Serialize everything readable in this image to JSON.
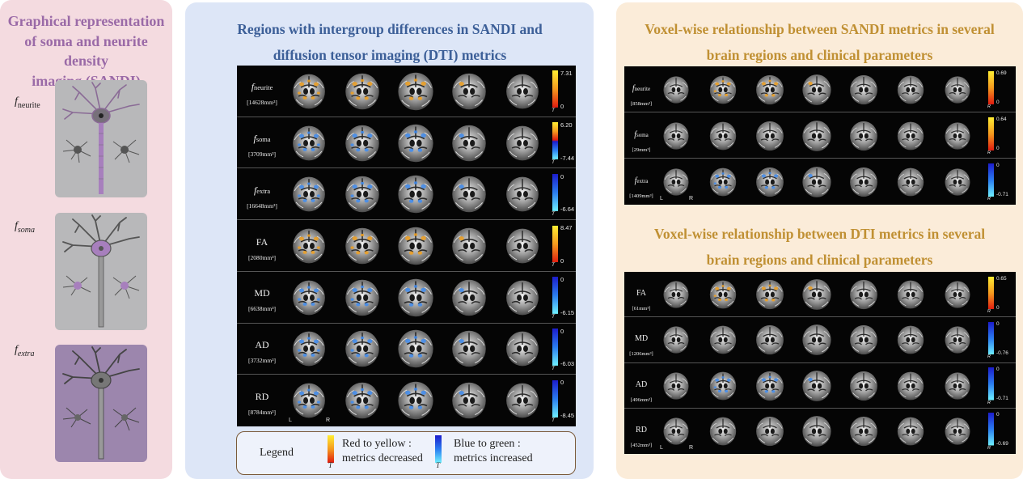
{
  "left_panel": {
    "title": "Graphical representation\nof soma and neurite density\nimaging (SANDI)",
    "items": [
      {
        "f": "f",
        "sub": "neurite",
        "sub_italic": false
      },
      {
        "f": "f",
        "sub": "soma",
        "sub_italic": true
      },
      {
        "f": "f",
        "sub": "extra",
        "sub_italic": true
      }
    ]
  },
  "mid_panel": {
    "title": "Regions with intergroup differences in SANDI and\ndiffusion tensor imaging (DTI)  metrics",
    "rows": [
      {
        "name": "f",
        "sub": "neurite",
        "volume": "[14628mm³]",
        "max": "7.31",
        "min": "0",
        "scale": "warm",
        "overlay": "warm"
      },
      {
        "name": "f",
        "sub": "soma",
        "volume": "[3709mm³]",
        "max": "6.20",
        "min": "-7.44",
        "scale": "dual",
        "overlay": "blue"
      },
      {
        "name": "f",
        "sub": "extra",
        "volume": "[16648mm³]",
        "max": "0",
        "min": "-6.64",
        "scale": "cool",
        "overlay": "blue"
      },
      {
        "name": "FA",
        "sub": "",
        "volume": "[2080mm³]",
        "max": "8.47",
        "min": "0",
        "scale": "warm",
        "overlay": "warm"
      },
      {
        "name": "MD",
        "sub": "",
        "volume": "[6638mm³]",
        "max": "0",
        "min": "-6.15",
        "scale": "cool",
        "overlay": "blue"
      },
      {
        "name": "AD",
        "sub": "",
        "volume": "[3732mm³]",
        "max": "0",
        "min": "-6.03",
        "scale": "cool",
        "overlay": "blue"
      },
      {
        "name": "RD",
        "sub": "",
        "volume": "[8784mm³]",
        "max": "0",
        "min": "-8.45",
        "scale": "cool",
        "overlay": "blue"
      }
    ],
    "stat_label": "T",
    "left_marker": "L",
    "right_marker": "R"
  },
  "legend": {
    "label": "Legend",
    "decreased": "Red to yellow :\nmetrics decreased",
    "increased": "Blue to green :\nmetrics increased",
    "stat_label": "T"
  },
  "right_panel": {
    "title_sandi": "Voxel-wise relationship between SANDI metrics in several\nbrain regions and clinical parameters",
    "title_dti": "Voxel-wise relationship between DTI metrics in several\nbrain regions and clinical parameters",
    "sandi_rows": [
      {
        "name": "f",
        "sub": "neurite",
        "volume": "[858mm³]",
        "max": "0.69",
        "min": "0",
        "scale": "warm"
      },
      {
        "name": "f",
        "sub": "soma",
        "volume": "[29mm³]",
        "max": "0.64",
        "min": "0",
        "scale": "warm"
      },
      {
        "name": "f",
        "sub": "extra",
        "volume": "[1409mm³]",
        "max": "0",
        "min": "-0.71",
        "scale": "cool"
      }
    ],
    "dti_rows": [
      {
        "name": "FA",
        "sub": "",
        "volume": "[61mm³]",
        "max": "0.65",
        "min": "0",
        "scale": "warm"
      },
      {
        "name": "MD",
        "sub": "",
        "volume": "[1206mm³]",
        "max": "0",
        "min": "-0.76",
        "scale": "cool"
      },
      {
        "name": "AD",
        "sub": "",
        "volume": "[496mm³]",
        "max": "0",
        "min": "-0.71",
        "scale": "cool"
      },
      {
        "name": "RD",
        "sub": "",
        "volume": "[452mm³]",
        "max": "0",
        "min": "-0.69",
        "scale": "cool"
      }
    ],
    "stat_label": "R",
    "left_marker": "L",
    "right_marker": "R"
  },
  "colors": {
    "left_title": "#9a6aa7",
    "mid_title": "#3c5f98",
    "right_title": "#c09033",
    "warm_high": "#ffee33",
    "warm_low": "#e01b10",
    "cool_high": "#1c1ccc",
    "cool_low": "#6ff0ff"
  }
}
